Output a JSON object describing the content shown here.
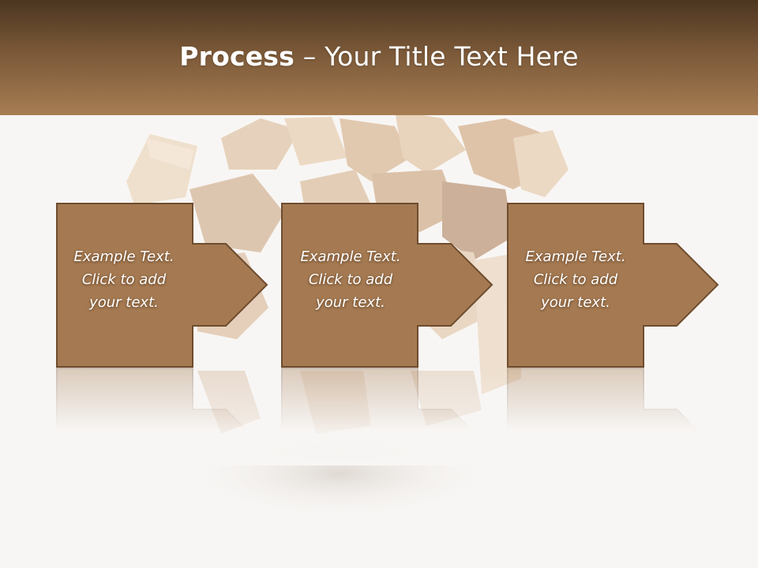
{
  "title": {
    "bold": "Process",
    "separator": " – ",
    "rest": "Your Title Text Here"
  },
  "steps": [
    {
      "line1": "Example Text.",
      "line2": "Click  to add",
      "line3": "your text."
    },
    {
      "line1": "Example Text.",
      "line2": "Click  to add",
      "line3": "your text."
    },
    {
      "line1": "Example Text.",
      "line2": "Click  to add",
      "line3": "your text."
    }
  ],
  "colors": {
    "header_top": "#4c3620",
    "header_bottom": "#a77d53",
    "step_fill": "#a57a52",
    "step_stroke": "#6e4c2e"
  }
}
